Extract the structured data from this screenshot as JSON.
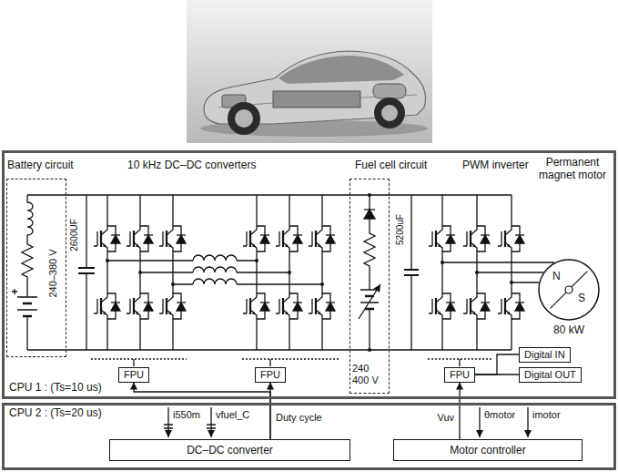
{
  "diagram": {
    "nodes": [
      {
        "text": [
          "CPU 1 : (Ts=10 us)"
        ]
      },
      {
        "text": [
          "Battery circuit",
          "240–380 V"
        ],
        "in": 0
      },
      {
        "text": [
          "Fuel cell circuit",
          "240 400 V"
        ],
        "in": 0
      },
      {
        "text": [
          "FPU"
        ],
        "in": 0
      },
      {
        "text": [
          "FPU"
        ],
        "in": 0
      },
      {
        "text": [
          "FPU"
        ],
        "in": 0
      },
      {
        "text": [
          "Digital IN"
        ],
        "in": 0
      },
      {
        "text": [
          "Digital OUT"
        ],
        "in": 0
      },
      {
        "text": [
          "N",
          "S"
        ],
        "in": 0
      },
      {
        "text": [
          "CPU 2 : (Ts=20 us)"
        ]
      },
      {
        "text": [
          "DC–DC converter"
        ],
        "in": 9
      },
      {
        "text": [
          "Motor controller"
        ],
        "in": 9
      }
    ],
    "edges": [
      {
        "from": 10,
        "to": 3,
        "arrow": "to"
      },
      {
        "from": 10,
        "to": 4,
        "arrow": "to",
        "label": "Duty cycle"
      },
      {
        "from": 11,
        "to": 5,
        "arrow": "to",
        "label": "Vuv"
      },
      {
        "from": 5,
        "to": 6,
        "arrow": "none"
      },
      {
        "from": 5,
        "to": 7,
        "arrow": "none"
      }
    ],
    "labels": [
      "10 kHz DC–DC converters",
      "PWM inverter",
      "Permanent magnet motor",
      "2600UF",
      "5200uF",
      "80 kW",
      "i550m",
      "vfuel_C",
      "θmotor",
      "imotor"
    ]
  }
}
